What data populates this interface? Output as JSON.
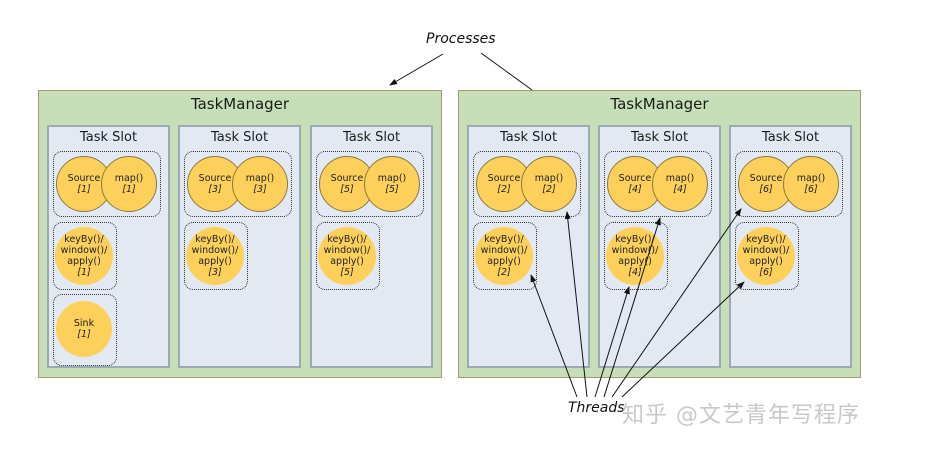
{
  "labels": {
    "processes": "Processes",
    "threads": "Threads"
  },
  "watermark": "知乎 @文艺青年写程序",
  "colors": {
    "task_manager_bg": "#c6dfb8",
    "task_slot_bg": "#e3e9f3",
    "operator_fill": "#fdd05b"
  },
  "task_managers": [
    {
      "title": "TaskManager",
      "slots": [
        {
          "title": "Task Slot",
          "source": {
            "name": "Source",
            "index": "[1]"
          },
          "map": {
            "name": "map()",
            "index": "[1]"
          },
          "keyby": {
            "lines": [
              "keyBy()/",
              "window()/",
              "apply()"
            ],
            "index": "[1]"
          },
          "sink": {
            "name": "Sink",
            "index": "[1]"
          }
        },
        {
          "title": "Task Slot",
          "source": {
            "name": "Source",
            "index": "[3]"
          },
          "map": {
            "name": "map()",
            "index": "[3]"
          },
          "keyby": {
            "lines": [
              "keyBy()/",
              "window()/",
              "apply()"
            ],
            "index": "[3]"
          }
        },
        {
          "title": "Task Slot",
          "source": {
            "name": "Source",
            "index": "[5]"
          },
          "map": {
            "name": "map()",
            "index": "[5]"
          },
          "keyby": {
            "lines": [
              "keyBy()/",
              "window()/",
              "apply()"
            ],
            "index": "[5]"
          }
        }
      ]
    },
    {
      "title": "TaskManager",
      "slots": [
        {
          "title": "Task Slot",
          "source": {
            "name": "Source",
            "index": "[2]"
          },
          "map": {
            "name": "map()",
            "index": "[2]"
          },
          "keyby": {
            "lines": [
              "keyBy()/",
              "window()/",
              "apply()"
            ],
            "index": "[2]"
          }
        },
        {
          "title": "Task Slot",
          "source": {
            "name": "Source",
            "index": "[4]"
          },
          "map": {
            "name": "map()",
            "index": "[4]"
          },
          "keyby": {
            "lines": [
              "keyBy()/",
              "window()/",
              "apply()"
            ],
            "index": "[4]"
          }
        },
        {
          "title": "Task Slot",
          "source": {
            "name": "Source",
            "index": "[6]"
          },
          "map": {
            "name": "map()",
            "index": "[6]"
          },
          "keyby": {
            "lines": [
              "keyBy()/",
              "window()/",
              "apply()"
            ],
            "index": "[6]"
          }
        }
      ]
    }
  ]
}
